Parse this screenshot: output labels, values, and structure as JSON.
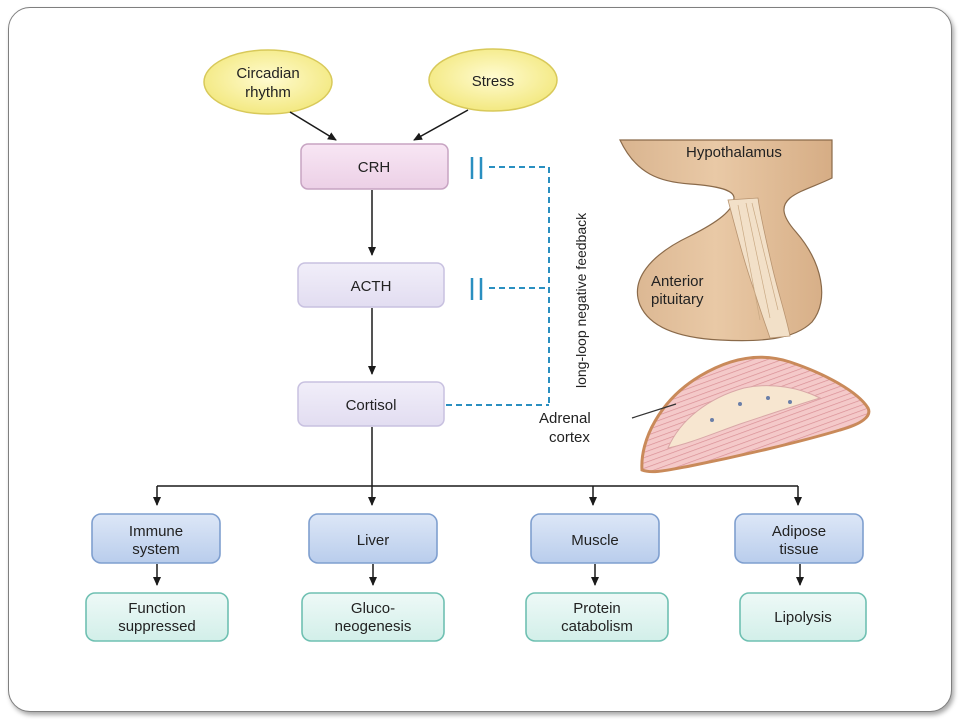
{
  "inputs": {
    "circadian": [
      "Circadian",
      "rhythm"
    ],
    "stress": "Stress"
  },
  "hormones": {
    "crh": "CRH",
    "acth": "ACTH",
    "cortisol": "Cortisol"
  },
  "feedback_label": "long-loop negative feedback",
  "anatomy": {
    "hypothalamus": "Hypothalamus",
    "anterior_pituitary": [
      "Anterior",
      "pituitary"
    ],
    "adrenal_cortex": [
      "Adrenal",
      "cortex"
    ]
  },
  "targets": [
    {
      "tissue": [
        "Immune",
        "system"
      ],
      "effect": [
        "Function",
        "suppressed"
      ]
    },
    {
      "tissue": [
        "Liver"
      ],
      "effect": [
        "Gluco-",
        "neogenesis"
      ]
    },
    {
      "tissue": [
        "Muscle"
      ],
      "effect": [
        "Protein",
        "catabolism"
      ]
    },
    {
      "tissue": [
        "Adipose",
        "tissue"
      ],
      "effect": [
        "Lipolysis"
      ]
    }
  ],
  "colors": {
    "input_fill": "#f7ef8e",
    "crh_fill": "#f1d9ec",
    "acth_fill": "#e9e4f4",
    "tissue_fill": "#c9d8f0",
    "effect_fill": "#dcf2ee",
    "feedback": "#2a8fc0"
  }
}
